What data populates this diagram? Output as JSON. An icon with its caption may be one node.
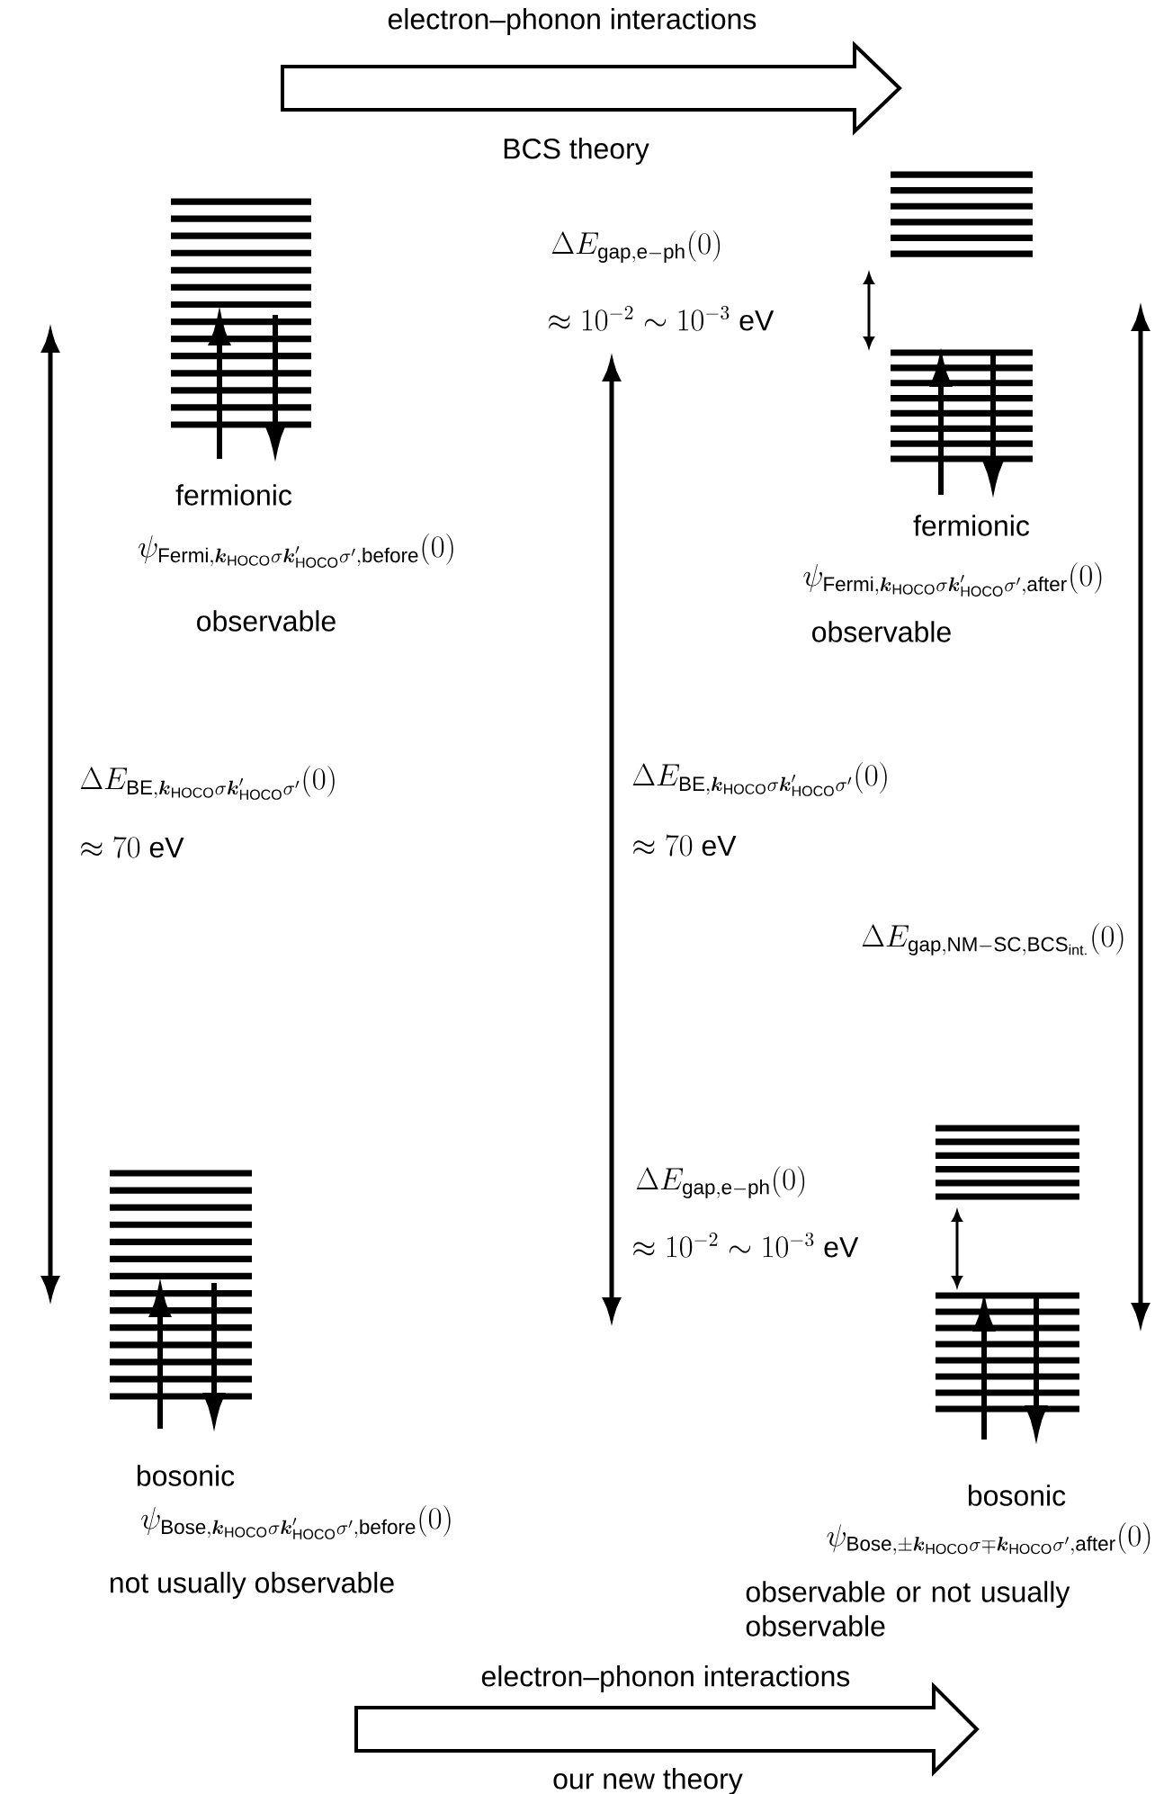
{
  "diagram": {
    "nodes": [
      {
        "text": [
          "fermionic",
          "\\psi_{\\mathrm{Fermi},\\boldsymbol{k}_{\\mathrm{HOCO}}\\sigma\\boldsymbol{k}'_{\\mathrm{HOCO}}\\sigma',\\mathrm{before}}(0)",
          "observable"
        ]
      },
      {
        "text": [
          "fermionic",
          "\\psi_{\\mathrm{Fermi},\\boldsymbol{k}_{\\mathrm{HOCO}}\\sigma\\boldsymbol{k}'_{\\mathrm{HOCO}}\\sigma',\\mathrm{after}}(0)",
          "observable"
        ]
      },
      {
        "text": [
          "bosonic",
          "\\psi_{\\mathrm{Bose},\\boldsymbol{k}_{\\mathrm{HOCO}}\\sigma\\boldsymbol{k}'_{\\mathrm{HOCO}}\\sigma',\\mathrm{before}}(0)",
          "not usually observable"
        ]
      },
      {
        "text": [
          "bosonic",
          "\\psi_{\\mathrm{Bose},\\pm\\boldsymbol{k}_{\\mathrm{HOCO}}\\sigma\\mp\\boldsymbol{k}_{\\mathrm{HOCO}}\\sigma',\\mathrm{after}}(0)",
          "observable or not usually observable"
        ]
      }
    ],
    "labels": [
      "electron–phonon interactions",
      "BCS theory",
      "\\Delta E_{\\mathrm{gap,e{-}ph}}(0)",
      "\\approx 10^{-2}\\sim 10^{-3}\\ \\mathrm{eV}",
      "\\Delta E_{\\mathrm{BE},\\boldsymbol{k}_{\\mathrm{HOCO}}\\sigma\\boldsymbol{k}'_{\\mathrm{HOCO}}\\sigma'}(0)",
      "\\approx 70\\ \\mathrm{eV}",
      "\\Delta E_{\\mathrm{BE},\\boldsymbol{k}_{\\mathrm{HOCO}}\\sigma\\boldsymbol{k}'_{\\mathrm{HOCO}}\\sigma'}(0)",
      "\\approx 70\\ \\mathrm{eV}",
      "\\Delta E_{\\mathrm{gap,NM{-}SC,BCS_{int.}}}(0)",
      "\\Delta E_{\\mathrm{gap,e{-}ph}}(0)",
      "\\approx 10^{-2}\\sim 10^{-3}\\ \\mathrm{eV}",
      "electron–phonon interactions",
      "our new theory"
    ]
  }
}
